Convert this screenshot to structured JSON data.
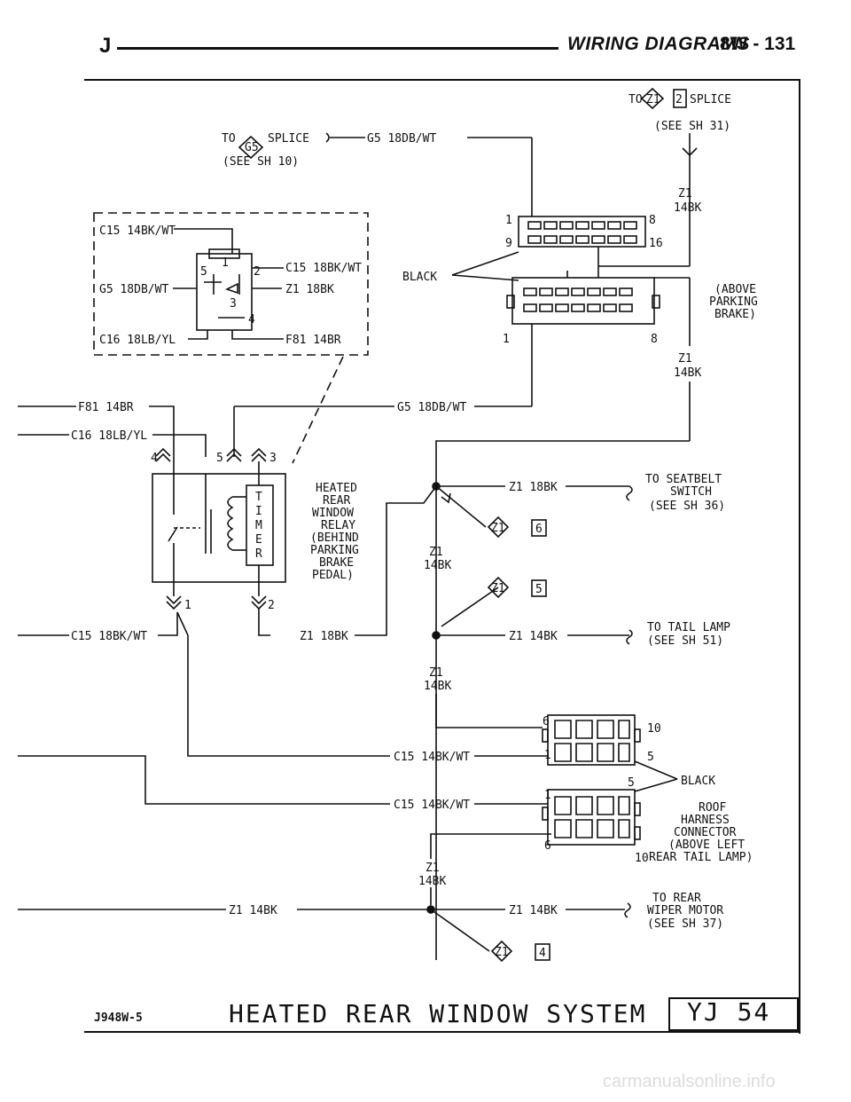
{
  "header": {
    "letter": "J",
    "title": "WIRING DIAGRAMS",
    "page": "8W - 131"
  },
  "footer": {
    "code": "J948W-5",
    "title": "HEATED REAR WINDOW SYSTEM",
    "ref": "YJ 54"
  },
  "watermark": "carmanualsonline.info",
  "labels": {
    "to_z1": "TO",
    "z1_badge_top": "Z1",
    "z1_badge_num": "2",
    "splice_top": "SPLICE",
    "see_sh31": "(SEE SH 31)",
    "to_g5": "TO",
    "g5_badge": "G5",
    "splice_g5": "SPLICE",
    "see_sh10": "(SEE SH 10)",
    "g5_18dbwt_top": "G5 18DB/WT",
    "c15_14bkwt_box": "C15 14BK/WT",
    "c15_18bkwt_box": "C15 18BK/WT",
    "g5_18dbwt_box": "G5 18DB/WT",
    "z1_18bk_box": "Z1 18BK",
    "c16_18lbyl_box": "C16 18LB/YL",
    "f81_14br_box": "F81 14BR",
    "pin5": "5",
    "pin1": "1",
    "pin2": "2",
    "pin3": "3",
    "pin4": "4",
    "z1_a": "Z1",
    "bk14_a": "14BK",
    "conn_pin1": "1",
    "conn_pin8": "8",
    "conn_pin9": "9",
    "conn_pin16": "16",
    "black_1": "BLACK",
    "above_parking": "(ABOVE",
    "parking": "PARKING",
    "brake": "BRAKE)",
    "conn2_pin1": "1",
    "conn2_pin8": "8",
    "z1_b": "Z1",
    "bk14_b": "14BK",
    "f81_14br": "F81 14BR",
    "c16_18lbyl": "C16 18LB/YL",
    "g5_18dbwt_mid": "G5 18DB/WT",
    "relay_pin4": "4",
    "relay_pin5": "5",
    "relay_pin3": "3",
    "relay_pin1": "1",
    "relay_pin2": "2",
    "relay_l1": "HEATED",
    "relay_l2": "REAR",
    "relay_l3": "WINDOW",
    "relay_l4": "RELAY",
    "relay_l5": "(BEHIND",
    "relay_l6": "PARKING",
    "relay_l7": "BRAKE",
    "relay_l8": "PEDAL)",
    "timer": "TIMER",
    "z1_18bk_mid": "Z1 18BK",
    "to_seatbelt": "TO SEATBELT",
    "switch": "SWITCH",
    "see_sh36": "(SEE SH 36)",
    "z1_badge6": "Z1",
    "badge6": "6",
    "z1_c": "Z1",
    "bk14_c": "14BK",
    "z1_badge5": "Z1",
    "badge5": "5",
    "c15_18bkwt": "C15 18BK/WT",
    "z1_18bk_low": "Z1 18BK",
    "z1_14bk_tail": "Z1 14BK",
    "to_tail": "TO TAIL LAMP",
    "see_sh51": "(SEE SH 51)",
    "z1_d": "Z1",
    "bk14_d": "14BK",
    "rc_pin6": "6",
    "rc_pin10": "10",
    "rc_pin1": "1",
    "rc_pin5": "5",
    "c15_14bkwt_a": "C15 14BK/WT",
    "black_2": "BLACK",
    "rc2_pin5": "5",
    "rc2_pin1": "1",
    "rc2_pin6": "6",
    "rc2_pin10": "10",
    "c15_14bkwt_b": "C15 14BK/WT",
    "roof": "ROOF",
    "harness": "HARNESS",
    "connector": "CONNECTOR",
    "above_left": "(ABOVE LEFT",
    "rear_tail": "REAR TAIL LAMP)",
    "z1_e": "Z1",
    "bk14_e": "14BK",
    "z1_14bk_left": "Z1 14BK",
    "z1_14bk_right": "Z1 14BK",
    "to_rear": "TO REAR",
    "wiper": "WIPER MOTOR",
    "see_sh37": "(SEE SH 37)",
    "z1_badge4": "Z1",
    "badge4": "4"
  }
}
